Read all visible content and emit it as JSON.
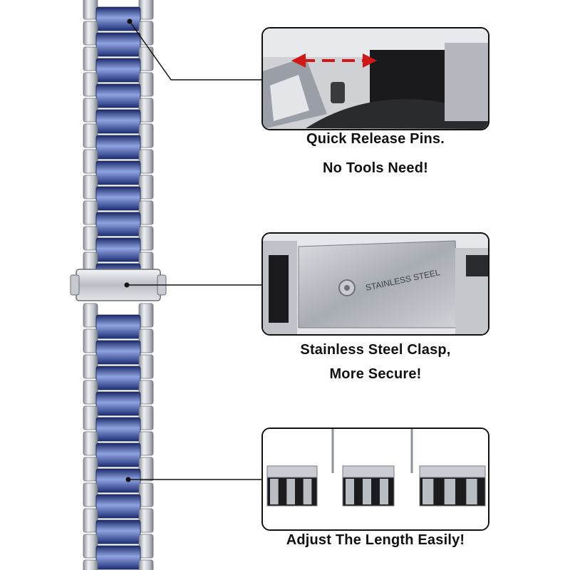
{
  "features": [
    {
      "id": "quick-release",
      "caption_lines": [
        "Quick Release Pins.",
        "No Tools Need!"
      ]
    },
    {
      "id": "clasp",
      "caption_lines": [
        "Stainless Steel Clasp,",
        "More Secure!"
      ],
      "engraving": "STAINLESS STEEL"
    },
    {
      "id": "adjust-length",
      "caption_lines": [
        "Adjust The Length Easily!"
      ]
    }
  ],
  "colors": {
    "silver": "#c9ccd2",
    "blue": "#2b3f8c",
    "arrow_red": "#d11818",
    "outline": "#111111"
  }
}
